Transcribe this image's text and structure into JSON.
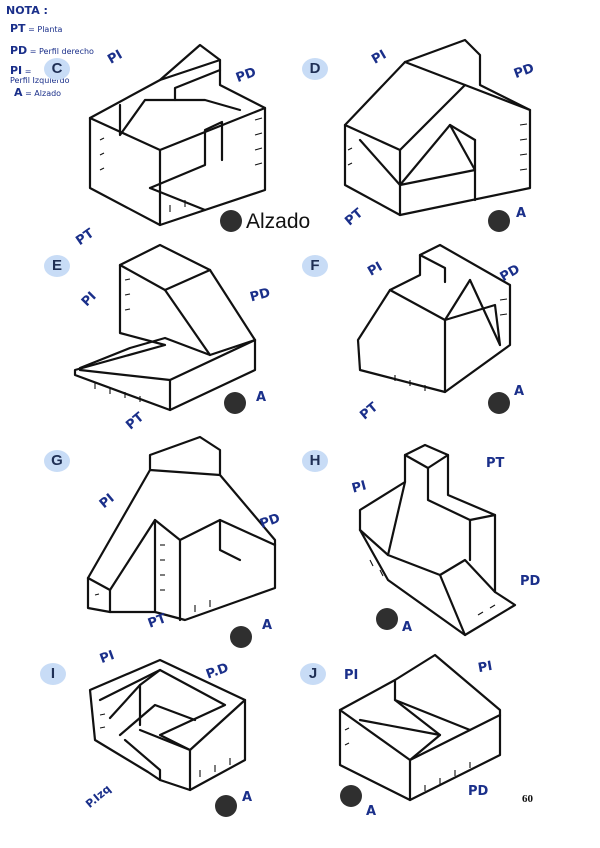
{
  "note": {
    "title": "NOTA :",
    "lines": [
      {
        "abbr": "PT",
        "text": "= Planta"
      },
      {
        "abbr": "PD",
        "text": "= Perfil derecho"
      },
      {
        "abbr": "PI",
        "text": "="
      },
      {
        "abbr": "",
        "text": "Perfil Izquierdo"
      },
      {
        "abbr": "A",
        "text": "= Alzado"
      }
    ]
  },
  "alzado_label": "Alzado",
  "page_number": "60",
  "figures": [
    {
      "letter": "C",
      "labels": [
        "PI",
        "PD",
        "PT"
      ]
    },
    {
      "letter": "D",
      "labels": [
        "PI",
        "PD",
        "PT",
        "A"
      ]
    },
    {
      "letter": "E",
      "labels": [
        "PI",
        "PD",
        "PT",
        "A"
      ]
    },
    {
      "letter": "F",
      "labels": [
        "PI",
        "PD",
        "PT",
        "A"
      ]
    },
    {
      "letter": "G",
      "labels": [
        "PI",
        "PD",
        "PT",
        "A"
      ]
    },
    {
      "letter": "H",
      "labels": [
        "PI",
        "PT",
        "PD",
        "A"
      ]
    },
    {
      "letter": "I",
      "labels": [
        "PI",
        "P.D",
        "P.Izq",
        "A"
      ]
    },
    {
      "letter": "J",
      "labels": [
        "PI",
        "PI",
        "PD",
        "A"
      ]
    }
  ],
  "colors": {
    "ink": "#111111",
    "handwriting": "#1a2f8a",
    "bubble": "#c8dcf6",
    "dot": "#2f2f2f"
  }
}
